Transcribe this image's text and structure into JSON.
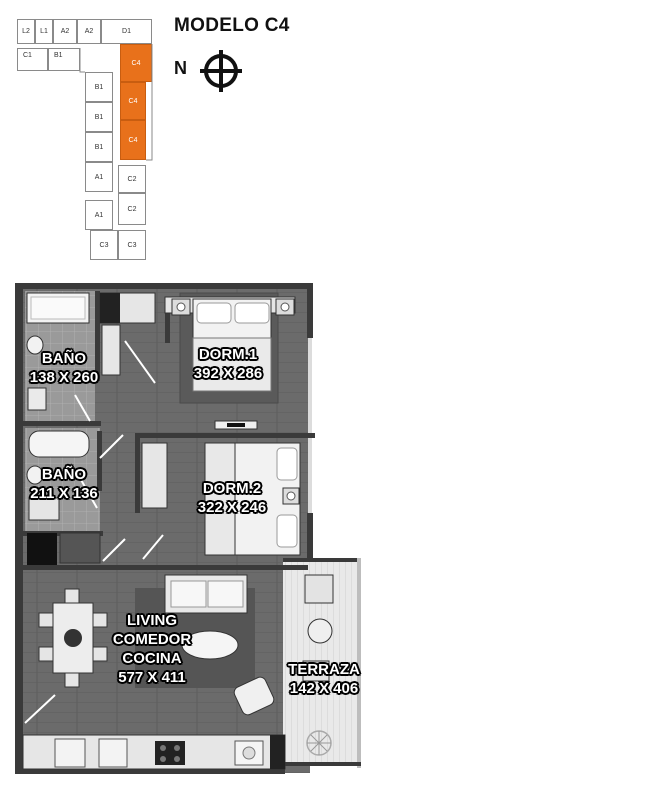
{
  "header": {
    "title": "MODELO C4",
    "north_label": "N",
    "compass_icon": "compass-icon"
  },
  "keyplan": {
    "highlight_color": "#e8711b",
    "units": [
      "L2",
      "L1",
      "A2",
      "A2",
      "D1",
      "C1",
      "B1",
      "C4",
      "C4",
      "C4",
      "B1",
      "B1",
      "B1",
      "A1",
      "C2",
      "A1",
      "C2",
      "C3",
      "C3"
    ]
  },
  "rooms": {
    "bano1": {
      "name": "BAÑO",
      "size": "138 X 260"
    },
    "dorm1": {
      "name": "DORM.1",
      "size": "392 X 286"
    },
    "bano2": {
      "name": "BAÑO",
      "size": "211 X 136"
    },
    "dorm2": {
      "name": "DORM.2",
      "size": "322 X 246"
    },
    "living": {
      "line1": "LIVING",
      "line2": "COMEDOR",
      "line3": "COCINA",
      "size": "577 X 411"
    },
    "terraza": {
      "name": "TERRAZA",
      "size": "142 X 406"
    }
  }
}
